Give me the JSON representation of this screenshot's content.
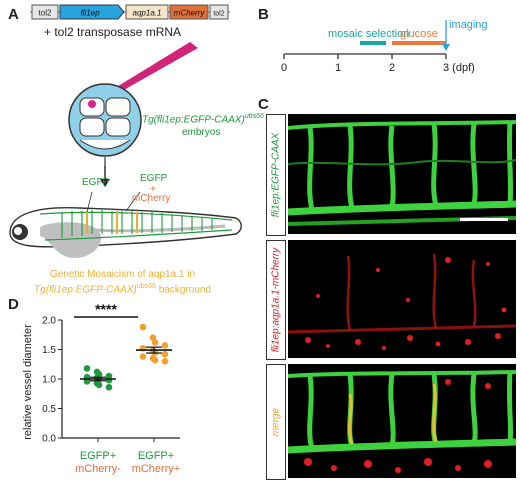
{
  "panels": {
    "A": {
      "letter": "A",
      "construct": [
        "tol2",
        "fli1ep",
        "aqp1a.1",
        "mCherry",
        "tol2"
      ],
      "injection_text": "+ tol2 transposase mRNA",
      "transgenic_line": "Tg(fli1ep:EGFP-CAAX)",
      "transgenic_superscript": "ubs66",
      "embryos_label": "embryos",
      "egfp_label": "EGFP",
      "egfp2_label": "EGFP",
      "plus_label": "+",
      "mcherry_label": "mCherry",
      "caption_line1": "Genetic Mosaicism of aqp1a.1 in",
      "caption_line2": "Tg(fli1ep:EGFP-CAAX)",
      "caption_superscript": "ubs66",
      "caption_tail": " background"
    },
    "B": {
      "letter": "B",
      "mosaic_label": "mosaic selection",
      "glucose_label": "glucose",
      "imaging_label": "imaging",
      "ticks": [
        "0",
        "1",
        "2",
        "3 (dpf)"
      ],
      "colors": {
        "mosaic": "#1aa6a0",
        "glucose": "#e8793b",
        "imaging": "#2ea3d8"
      }
    },
    "C": {
      "letter": "C",
      "row1_label": "fli1ep:EGFP-CAAX",
      "row2_label": "fli1ep:aqp1a.1-mCherry",
      "row3_label": "merge"
    },
    "D": {
      "letter": "D",
      "significance": "****"
    }
  },
  "chart_data": {
    "type": "scatter",
    "ylabel": "relative vessel diameter",
    "ylim": [
      0.0,
      2.0
    ],
    "yticks": [
      "0.0",
      "0.5",
      "1.0",
      "1.5",
      "2.0"
    ],
    "categories": [
      {
        "line1": "EGFP+",
        "line2": "mCherry-"
      },
      {
        "line1": "EGFP+",
        "line2": "mCherry+"
      }
    ],
    "series": [
      {
        "values": [
          1.18,
          1.12,
          1.08,
          1.05,
          1.03,
          1.02,
          1.0,
          0.98,
          0.96,
          0.93,
          0.9,
          0.86
        ],
        "mean": 1.0,
        "sem": 0.03,
        "color": "#1e9a3c"
      },
      {
        "values": [
          1.88,
          1.7,
          1.62,
          1.57,
          1.52,
          1.48,
          1.45,
          1.42,
          1.38,
          1.35,
          1.32,
          1.3
        ],
        "mean": 1.49,
        "sem": 0.05,
        "color": "#f0a030"
      }
    ]
  }
}
